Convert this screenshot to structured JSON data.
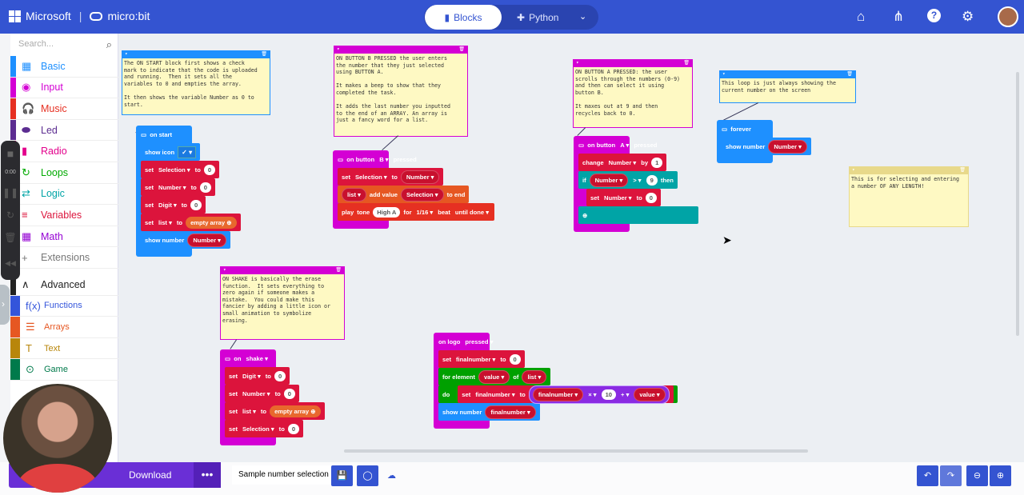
{
  "header": {
    "brand": "Microsoft",
    "product": "micro:bit",
    "tabs": [
      {
        "label": "Blocks",
        "active": true
      },
      {
        "label": "Python",
        "active": false
      }
    ],
    "icons": [
      "home-icon",
      "share-icon",
      "help-icon",
      "settings-icon",
      "avatar"
    ]
  },
  "sidebar": {
    "search_placeholder": "Search...",
    "categories": [
      {
        "label": "Basic",
        "color": "#1e90ff",
        "icon": "▦"
      },
      {
        "label": "Input",
        "color": "#d400d4",
        "icon": "◉"
      },
      {
        "label": "Music",
        "color": "#e63022",
        "icon": "🎧"
      },
      {
        "label": "Led",
        "color": "#5c2d91",
        "icon": "⬬"
      },
      {
        "label": "Radio",
        "color": "#e3008c",
        "icon": "▮"
      },
      {
        "label": "Loops",
        "color": "#00aa00",
        "icon": "↻"
      },
      {
        "label": "Logic",
        "color": "#00a4a6",
        "icon": "⇄"
      },
      {
        "label": "Variables",
        "color": "#dc143c",
        "icon": "≡"
      },
      {
        "label": "Math",
        "color": "#9400d3",
        "icon": "▦"
      },
      {
        "label": "Extensions",
        "color": "#777777",
        "icon": "+"
      },
      {
        "label": "Advanced",
        "color": "#222222",
        "icon": "∧"
      }
    ],
    "sub": [
      {
        "label": "Functions",
        "color": "#3455db",
        "icon": "f(x)"
      },
      {
        "label": "Arrays",
        "color": "#e65722",
        "icon": "☰"
      },
      {
        "label": "Text",
        "color": "#b8860b",
        "icon": "T"
      },
      {
        "label": "Game",
        "color": "#007a4b",
        "icon": "⊙"
      }
    ]
  },
  "recorder": {
    "time": "0:00"
  },
  "comments": [
    {
      "id": "c1",
      "color": "#1e90ff",
      "text": "The ON START block first shows a check\nmark to indicate that the code is uploaded\nand running.  Then it sets all the\nvariables to 0 and empties the array.\n\nIt then shows the variable Number as 0 to\nstart."
    },
    {
      "id": "c2",
      "color": "#d400d4",
      "text": "ON BUTTON B PRESSED the user enters\nthe number that they just selected\nusing BUTTON A.\n\nIt makes a beep to show that they\ncompleted the task.\n\nIt adds the last number you inputted\nto the end of an ARRAY. An array is\njust a fancy word for a list."
    },
    {
      "id": "c3",
      "color": "#d400d4",
      "text": "ON BUTTON A PRESSED: the user\nscrolls through the numbers (0-9)\nand then can select it using\nbutton B.\n\nIt maxes out at 9 and then\nrecycles back to 0."
    },
    {
      "id": "c4",
      "color": "#1e90ff",
      "text": "This loop is just always showing the\ncurrent number on the screen"
    },
    {
      "id": "c5",
      "color": "#e8d98a",
      "text": "This is for selecting and entering\na number OF ANY LENGTH!"
    },
    {
      "id": "c6",
      "color": "#d400d4",
      "text": "ON SHAKE is basically the erase\nfunction.  It sets everything to\nzero again if someone makes a\nmistake.  You could make this\nfancier by adding a little icon or\nsmall animation to symbolize\nerasing."
    }
  ],
  "stacks": [
    {
      "id": "on-start",
      "color": "#1e90ff",
      "hat": [
        {
          "t": "kw",
          "v": "on start"
        }
      ],
      "rows": [
        {
          "c": "#1e90ff",
          "tok": [
            {
              "t": "kw",
              "v": "show icon"
            },
            {
              "t": "icon",
              "v": "✓"
            }
          ]
        },
        {
          "c": "#dc143c",
          "tok": [
            {
              "t": "kw",
              "v": "set"
            },
            {
              "t": "dd",
              "v": "Selection"
            },
            {
              "t": "kw",
              "v": "to"
            },
            {
              "t": "num",
              "v": "0"
            }
          ]
        },
        {
          "c": "#dc143c",
          "tok": [
            {
              "t": "kw",
              "v": "set"
            },
            {
              "t": "dd",
              "v": "Number"
            },
            {
              "t": "kw",
              "v": "to"
            },
            {
              "t": "num",
              "v": "0"
            }
          ]
        },
        {
          "c": "#dc143c",
          "tok": [
            {
              "t": "kw",
              "v": "set"
            },
            {
              "t": "dd",
              "v": "Digit"
            },
            {
              "t": "kw",
              "v": "to"
            },
            {
              "t": "num",
              "v": "0"
            }
          ]
        },
        {
          "c": "#dc143c",
          "tok": [
            {
              "t": "kw",
              "v": "set"
            },
            {
              "t": "dd",
              "v": "list"
            },
            {
              "t": "kw",
              "v": "to"
            },
            {
              "t": "arr",
              "v": "empty array"
            }
          ]
        },
        {
          "c": "#1e90ff",
          "tok": [
            {
              "t": "kw",
              "v": "show number"
            },
            {
              "t": "var",
              "v": "Number"
            }
          ]
        }
      ]
    },
    {
      "id": "on-button-b",
      "color": "#d400d4",
      "hat": [
        {
          "t": "kw",
          "v": "on button"
        },
        {
          "t": "dd",
          "v": "B"
        },
        {
          "t": "kw",
          "v": "pressed"
        }
      ],
      "rows": [
        {
          "c": "#dc143c",
          "tok": [
            {
              "t": "kw",
              "v": "set"
            },
            {
              "t": "dd",
              "v": "Selection"
            },
            {
              "t": "kw",
              "v": "to"
            },
            {
              "t": "var",
              "v": "Number"
            }
          ]
        },
        {
          "c": "#e65722",
          "tok": [
            {
              "t": "var",
              "v": "list"
            },
            {
              "t": "kw",
              "v": "add value"
            },
            {
              "t": "var",
              "v": "Selection"
            },
            {
              "t": "kw",
              "v": "to end"
            }
          ]
        },
        {
          "c": "#e63022",
          "tok": [
            {
              "t": "kw",
              "v": "play"
            },
            {
              "t": "kw",
              "v": "tone"
            },
            {
              "t": "num",
              "v": "High A"
            },
            {
              "t": "kw",
              "v": "for"
            },
            {
              "t": "dd",
              "v": "1/16"
            },
            {
              "t": "kw",
              "v": "beat"
            },
            {
              "t": "dd",
              "v": "until done"
            }
          ]
        }
      ]
    },
    {
      "id": "on-button-a",
      "color": "#d400d4",
      "hat": [
        {
          "t": "kw",
          "v": "on button"
        },
        {
          "t": "dd",
          "v": "A"
        },
        {
          "t": "kw",
          "v": "pressed"
        }
      ],
      "rows": [
        {
          "c": "#dc143c",
          "tok": [
            {
              "t": "kw",
              "v": "change"
            },
            {
              "t": "dd",
              "v": "Number"
            },
            {
              "t": "kw",
              "v": "by"
            },
            {
              "t": "num",
              "v": "1"
            }
          ]
        },
        {
          "c": "#00a4a6",
          "tok": [
            {
              "t": "kw",
              "v": "if"
            },
            {
              "t": "var",
              "v": "Number"
            },
            {
              "t": "dd",
              "v": ">"
            },
            {
              "t": "num",
              "v": "9"
            },
            {
              "t": "kw",
              "v": "then"
            }
          ]
        },
        {
          "c": "#dc143c",
          "indent": 1,
          "tok": [
            {
              "t": "kw",
              "v": "set"
            },
            {
              "t": "dd",
              "v": "Number"
            },
            {
              "t": "kw",
              "v": "to"
            },
            {
              "t": "num",
              "v": "0"
            }
          ]
        },
        {
          "c": "#00a4a6",
          "wide": 1,
          "tok": [
            {
              "t": "kw",
              "v": "⊕"
            }
          ]
        }
      ]
    },
    {
      "id": "forever",
      "color": "#1e90ff",
      "hat": [
        {
          "t": "kw",
          "v": "forever"
        }
      ],
      "rows": [
        {
          "c": "#1e90ff",
          "tok": [
            {
              "t": "kw",
              "v": "show number"
            },
            {
              "t": "var",
              "v": "Number"
            }
          ]
        }
      ]
    },
    {
      "id": "on-shake",
      "color": "#d400d4",
      "hat": [
        {
          "t": "kw",
          "v": "on"
        },
        {
          "t": "dd",
          "v": "shake"
        }
      ],
      "rows": [
        {
          "c": "#dc143c",
          "tok": [
            {
              "t": "kw",
              "v": "set"
            },
            {
              "t": "dd",
              "v": "Digit"
            },
            {
              "t": "kw",
              "v": "to"
            },
            {
              "t": "num",
              "v": "0"
            }
          ]
        },
        {
          "c": "#dc143c",
          "tok": [
            {
              "t": "kw",
              "v": "set"
            },
            {
              "t": "dd",
              "v": "Number"
            },
            {
              "t": "kw",
              "v": "to"
            },
            {
              "t": "num",
              "v": "0"
            }
          ]
        },
        {
          "c": "#dc143c",
          "tok": [
            {
              "t": "kw",
              "v": "set"
            },
            {
              "t": "dd",
              "v": "list"
            },
            {
              "t": "kw",
              "v": "to"
            },
            {
              "t": "arr",
              "v": "empty array"
            }
          ]
        },
        {
          "c": "#dc143c",
          "tok": [
            {
              "t": "kw",
              "v": "set"
            },
            {
              "t": "dd",
              "v": "Selection"
            },
            {
              "t": "kw",
              "v": "to"
            },
            {
              "t": "num",
              "v": "0"
            }
          ]
        }
      ]
    },
    {
      "id": "on-logo",
      "color": "#d400d4",
      "hat": [
        {
          "t": "kw",
          "v": "on logo"
        },
        {
          "t": "dd",
          "v": "pressed"
        }
      ],
      "rows": [
        {
          "c": "#dc143c",
          "tok": [
            {
              "t": "kw",
              "v": "set"
            },
            {
              "t": "dd",
              "v": "finalnumber"
            },
            {
              "t": "kw",
              "v": "to"
            },
            {
              "t": "num",
              "v": "0"
            }
          ]
        },
        {
          "c": "#00a000",
          "tok": [
            {
              "t": "kw",
              "v": "for element"
            },
            {
              "t": "var",
              "v": "value"
            },
            {
              "t": "kw",
              "v": "of"
            },
            {
              "t": "var",
              "v": "list"
            }
          ]
        },
        {
          "c": "#00a000",
          "tok": [
            {
              "t": "kw",
              "v": "do"
            },
            {
              "t": "row",
              "c": "#dc143c",
              "tok": [
                {
                  "t": "kw",
                  "v": "set"
                },
                {
                  "t": "dd",
                  "v": "finalnumber"
                },
                {
                  "t": "kw",
                  "v": "to"
                },
                {
                  "t": "expr",
                  "tok": [
                    {
                      "t": "var",
                      "v": "finalnumber"
                    },
                    {
                      "t": "dd",
                      "v": "×"
                    },
                    {
                      "t": "num",
                      "v": "10"
                    },
                    {
                      "t": "dd",
                      "v": "+"
                    },
                    {
                      "t": "var",
                      "v": "value"
                    }
                  ]
                }
              ]
            }
          ]
        },
        {
          "c": "#1e90ff",
          "tok": [
            {
              "t": "kw",
              "v": "show number"
            },
            {
              "t": "var",
              "v": "finalnumber"
            }
          ]
        }
      ]
    }
  ],
  "bottom": {
    "download_label": "Download",
    "more": "•••",
    "project_name": "Sample number selection",
    "buttons": [
      "save",
      "github",
      "cloud",
      "undo",
      "redo",
      "zoom-out",
      "zoom-in"
    ]
  }
}
